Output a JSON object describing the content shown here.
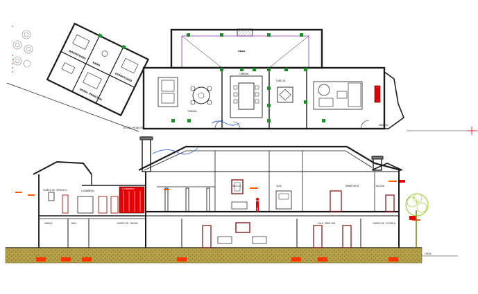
{
  "drawing": {
    "colors": {
      "line": "#1a1a1a",
      "wall_hatch": "#555555",
      "accent_red": "#e60000",
      "accent_orange": "#ff5a00",
      "accent_green": "#1e8f2a",
      "accent_purple": "#8a2bbd",
      "water_blue": "#2a5bd7",
      "ground_fill": "#b5a24a",
      "ground_dark": "#6f6320",
      "tree_green": "#9acd32",
      "tree_trunk": "#6b8e23",
      "foundation_red": "#ff3300"
    },
    "plan": {
      "rooms": {
        "main_hall": "SALA",
        "family": "FAMILIA",
        "dining": "COMEDOR"
      },
      "wing": {
        "bed_1": "DORMITORIO",
        "bed_2": "DORMITORIO",
        "bath": "BAÑO",
        "master": "DORM. PRINCIPAL"
      },
      "tags": {
        "entry": "ACCESO PRINCIPAL",
        "terrace": "TERRAZA",
        "side": "INGRESO"
      }
    },
    "section": {
      "labels": {
        "left_upper": "CUARTO DE SERVICIO",
        "left_mid": "LAVANDERIA",
        "center_up": "PASILLO",
        "living_up": "SALA",
        "right_up": "DORMITORIO",
        "right_far": "BALCON",
        "lower_left": "GARAJE",
        "lower_left2": "HALL",
        "lower_center": "CUARTO DE JUEGOS",
        "lower_right": "SALA FAMILIAR",
        "lower_far": "CUARTO DE ESTUDIO",
        "ground_tag": "CERCA"
      }
    }
  }
}
